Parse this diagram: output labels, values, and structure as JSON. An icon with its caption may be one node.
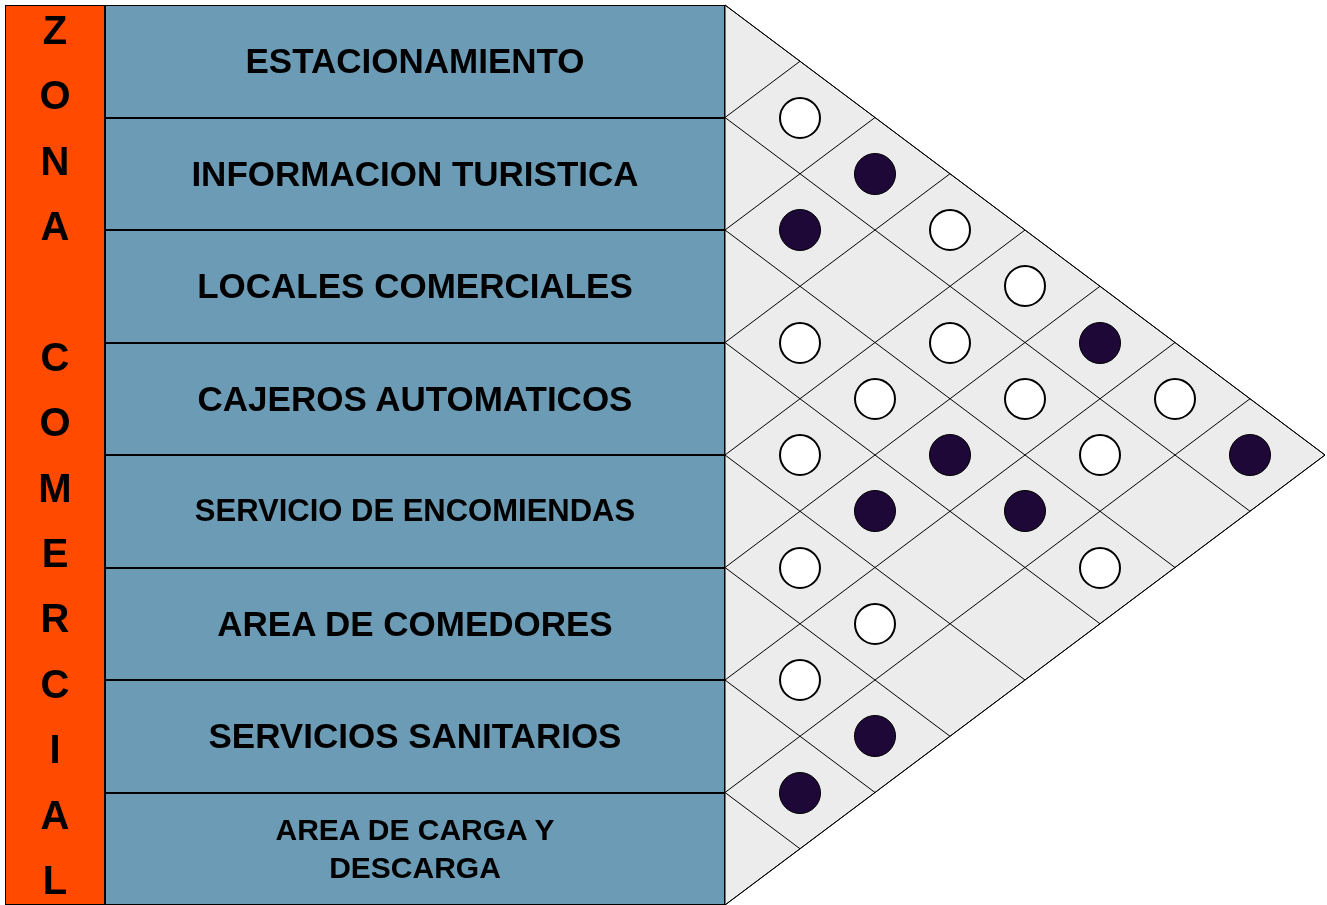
{
  "diagram": {
    "nodes": [
      {
        "text": [
          "ZONA COMERCIAL"
        ]
      },
      {
        "text": [
          "ESTACIONAMIENTO"
        ]
      },
      {
        "text": [
          "INFORMACION TURISTICA"
        ]
      },
      {
        "text": [
          "LOCALES COMERCIALES"
        ]
      },
      {
        "text": [
          "CAJEROS AUTOMATICOS"
        ]
      },
      {
        "text": [
          "SERVICIO DE ENCOMIENDAS"
        ]
      },
      {
        "text": [
          "AREA DE COMEDORES"
        ]
      },
      {
        "text": [
          "SERVICIOS SANITARIOS"
        ]
      },
      {
        "text": [
          "AREA DE CARGA Y DESCARGA"
        ]
      },
      {
        "text": [],
        "shape": "circle"
      },
      {
        "text": [],
        "shape": "disc"
      },
      {
        "text": [],
        "shape": "disc"
      },
      {
        "text": [],
        "shape": "circle"
      },
      {
        "text": [],
        "shape": "circle"
      },
      {
        "text": [],
        "shape": "circle"
      },
      {
        "text": [],
        "shape": "circle"
      },
      {
        "text": [],
        "shape": "disc"
      },
      {
        "text": [],
        "shape": "circle"
      },
      {
        "text": [],
        "shape": "circle"
      },
      {
        "text": [],
        "shape": "circle"
      },
      {
        "text": [],
        "shape": "circle"
      },
      {
        "text": [],
        "shape": "disc"
      },
      {
        "text": [],
        "shape": "circle"
      },
      {
        "text": [],
        "shape": "disc"
      },
      {
        "text": [],
        "shape": "disc"
      },
      {
        "text": [],
        "shape": "disc"
      },
      {
        "text": [],
        "shape": "circle"
      },
      {
        "text": [],
        "shape": "circle"
      },
      {
        "text": [],
        "shape": "circle"
      },
      {
        "text": [],
        "shape": "circle"
      },
      {
        "text": [],
        "shape": "disc"
      },
      {
        "text": [],
        "shape": "disc"
      }
    ]
  }
}
